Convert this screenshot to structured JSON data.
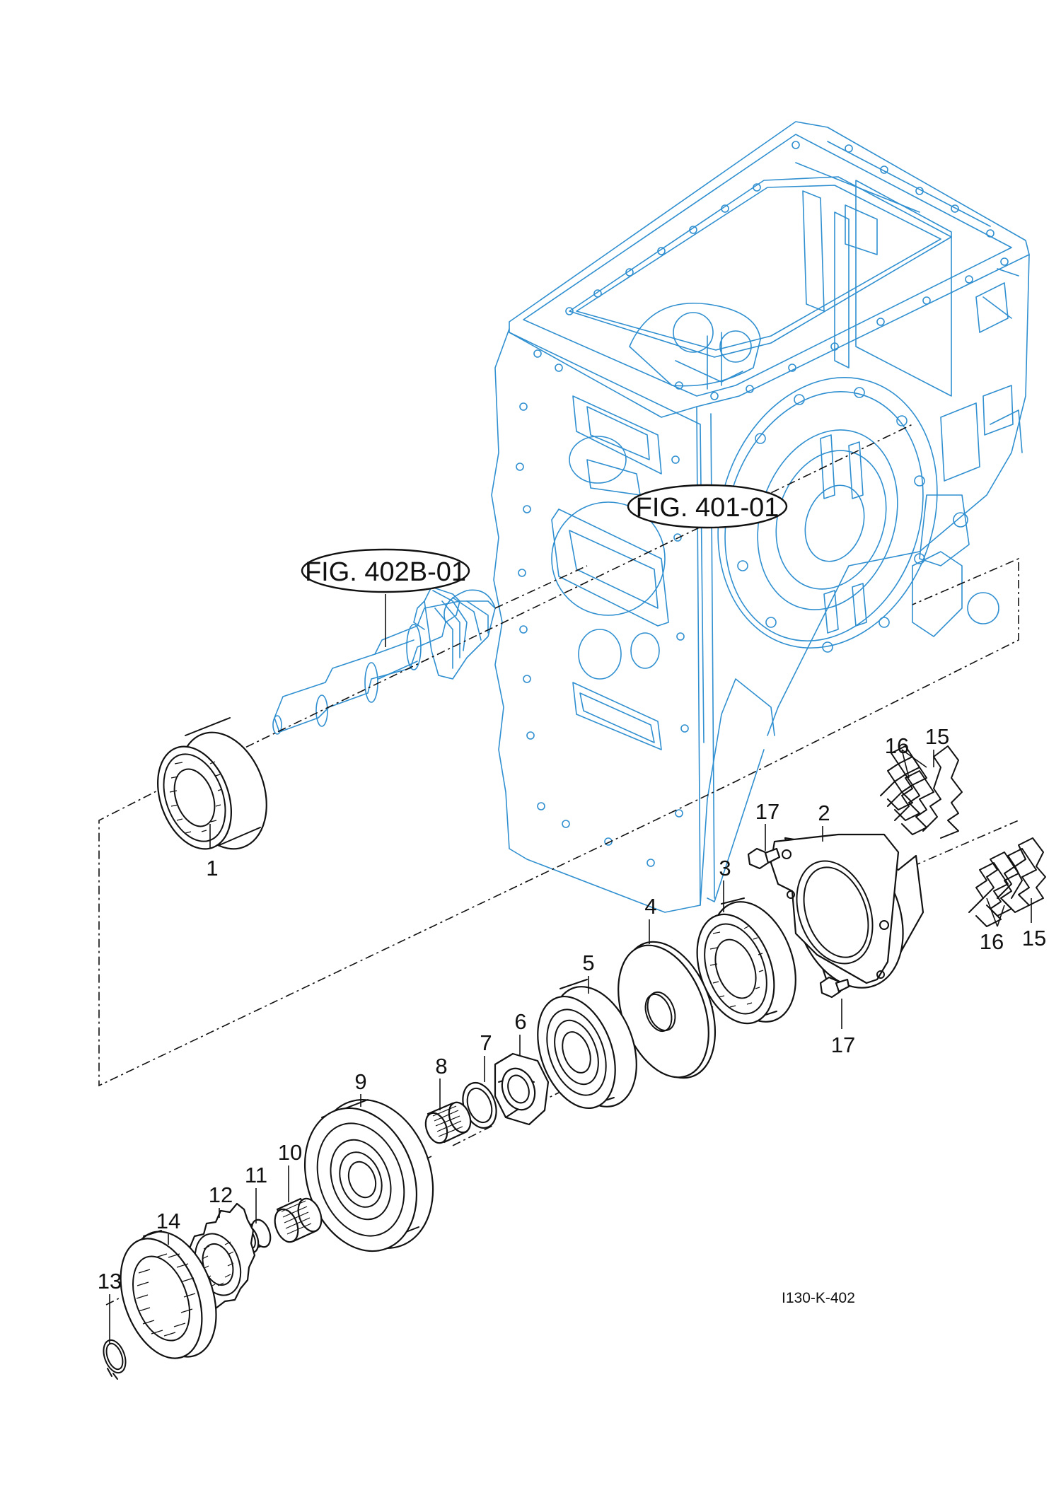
{
  "figure_refs": {
    "shaft_ref": "FIG. 402B-01",
    "housing_ref": "FIG. 401-01"
  },
  "drawing_code": "I130-K-402",
  "part_labels": [
    {
      "id": "p1",
      "text": "1"
    },
    {
      "id": "p2",
      "text": "2"
    },
    {
      "id": "p3",
      "text": "3"
    },
    {
      "id": "p4",
      "text": "4"
    },
    {
      "id": "p5",
      "text": "5"
    },
    {
      "id": "p6",
      "text": "6"
    },
    {
      "id": "p7",
      "text": "7"
    },
    {
      "id": "p8",
      "text": "8"
    },
    {
      "id": "p9",
      "text": "9"
    },
    {
      "id": "p10",
      "text": "10"
    },
    {
      "id": "p11",
      "text": "11"
    },
    {
      "id": "p12",
      "text": "12"
    },
    {
      "id": "p13",
      "text": "13"
    },
    {
      "id": "p14",
      "text": "14"
    },
    {
      "id": "p15a",
      "text": "15"
    },
    {
      "id": "p15b",
      "text": "15"
    },
    {
      "id": "p16a",
      "text": "16"
    },
    {
      "id": "p16b",
      "text": "16"
    },
    {
      "id": "p17a",
      "text": "17"
    },
    {
      "id": "p17b",
      "text": "17"
    }
  ],
  "colors": {
    "housing_line": "#2f8fd0",
    "part_line": "#111111",
    "background": "#ffffff"
  }
}
